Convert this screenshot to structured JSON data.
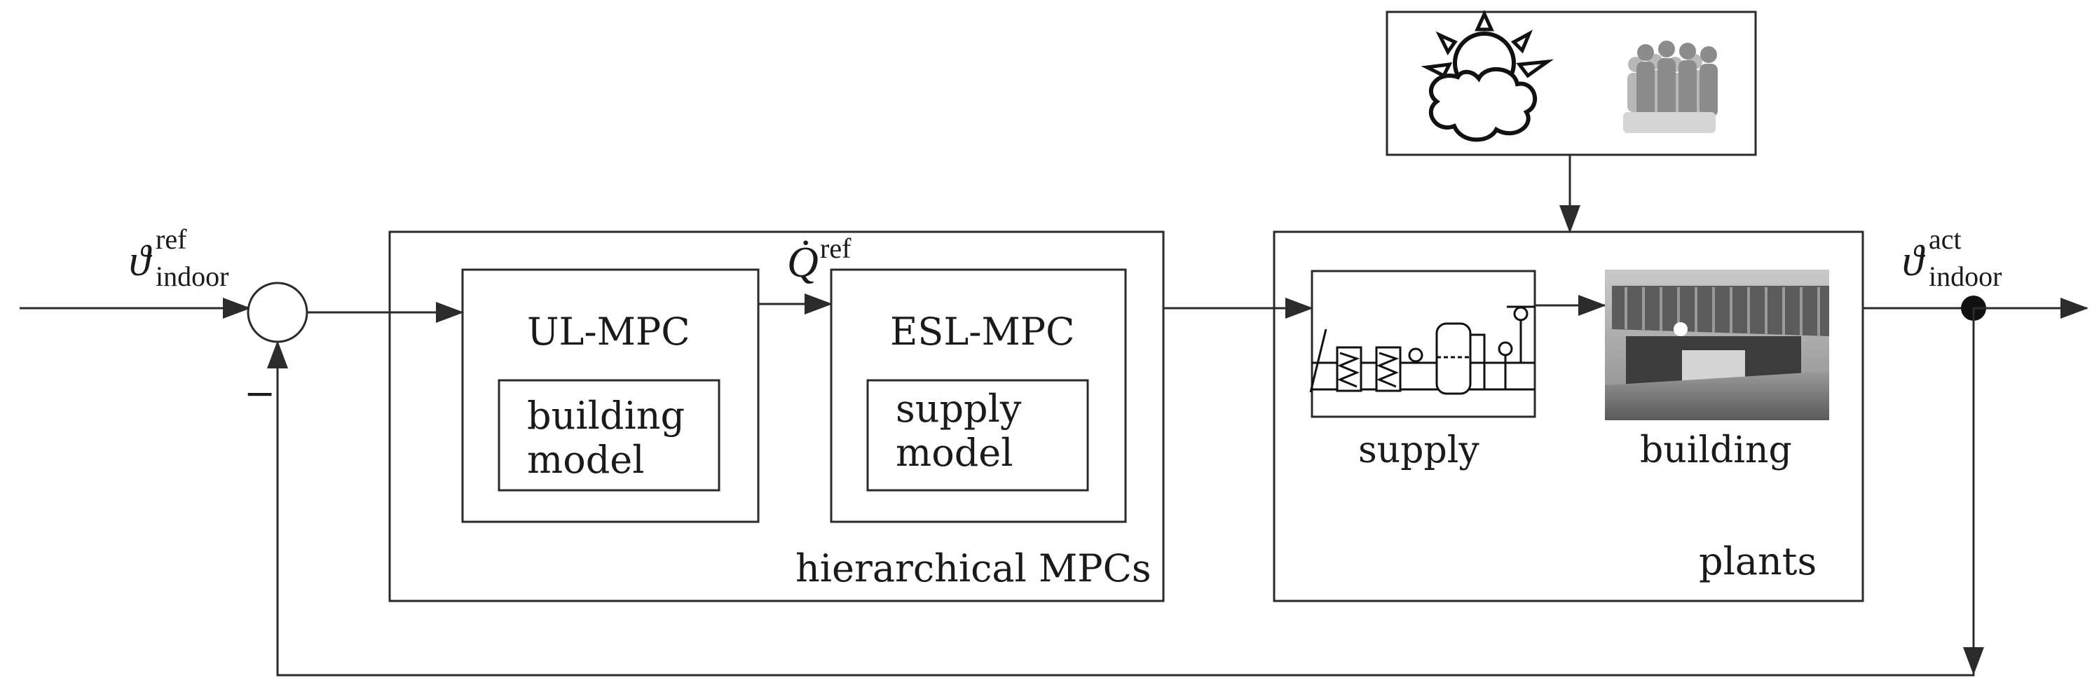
{
  "blocks": {
    "hierarchical": "hierarchical MPCs",
    "ul_mpc": "UL-MPC",
    "esl_mpc": "ESL-MPC",
    "building_model": [
      "building",
      "model"
    ],
    "supply_model": [
      "supply",
      "model"
    ],
    "plants": "plants",
    "supply": "supply",
    "building": "building"
  },
  "signals": {
    "ref_symbol": "ϑ",
    "ref_sup": "ref",
    "ref_sub": "indoor",
    "act_symbol": "ϑ",
    "act_sup": "act",
    "act_sub": "indoor",
    "q_symbol": "Q̇",
    "q_sup": "ref",
    "minus": "−"
  },
  "icons": [
    "sun-cloud-icon",
    "people-icon",
    "supply-schematic-icon",
    "building-photo"
  ]
}
